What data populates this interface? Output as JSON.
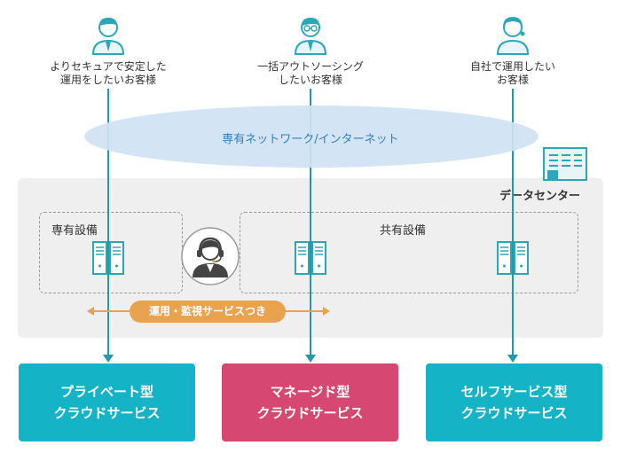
{
  "customers": [
    {
      "line1": "よりセキュアで安定した",
      "line2": "運用をしたいお客様"
    },
    {
      "line1": "一括アウトソーシング",
      "line2": "したいお客様"
    },
    {
      "line1": "自社で運用したい",
      "line2": "お客様"
    }
  ],
  "network": {
    "label": "専有ネットワーク/インターネット"
  },
  "datacenter": {
    "label": "データセンター"
  },
  "dedicated_box": {
    "label": "専有設備"
  },
  "shared_box": {
    "label": "共有設備"
  },
  "operations": {
    "label": "運用・監視サービスつき"
  },
  "services": [
    {
      "line1": "プライベート型",
      "line2": "クラウドサービス"
    },
    {
      "line1": "マネージド型",
      "line2": "クラウドサービス"
    },
    {
      "line1": "セルフサービス型",
      "line2": "クラウドサービス"
    }
  ],
  "colors": {
    "teal": "#14b3c6",
    "pink": "#d64771",
    "orange": "#e9a34e",
    "ellipse": "#cfe3f4",
    "band": "#efefef"
  }
}
